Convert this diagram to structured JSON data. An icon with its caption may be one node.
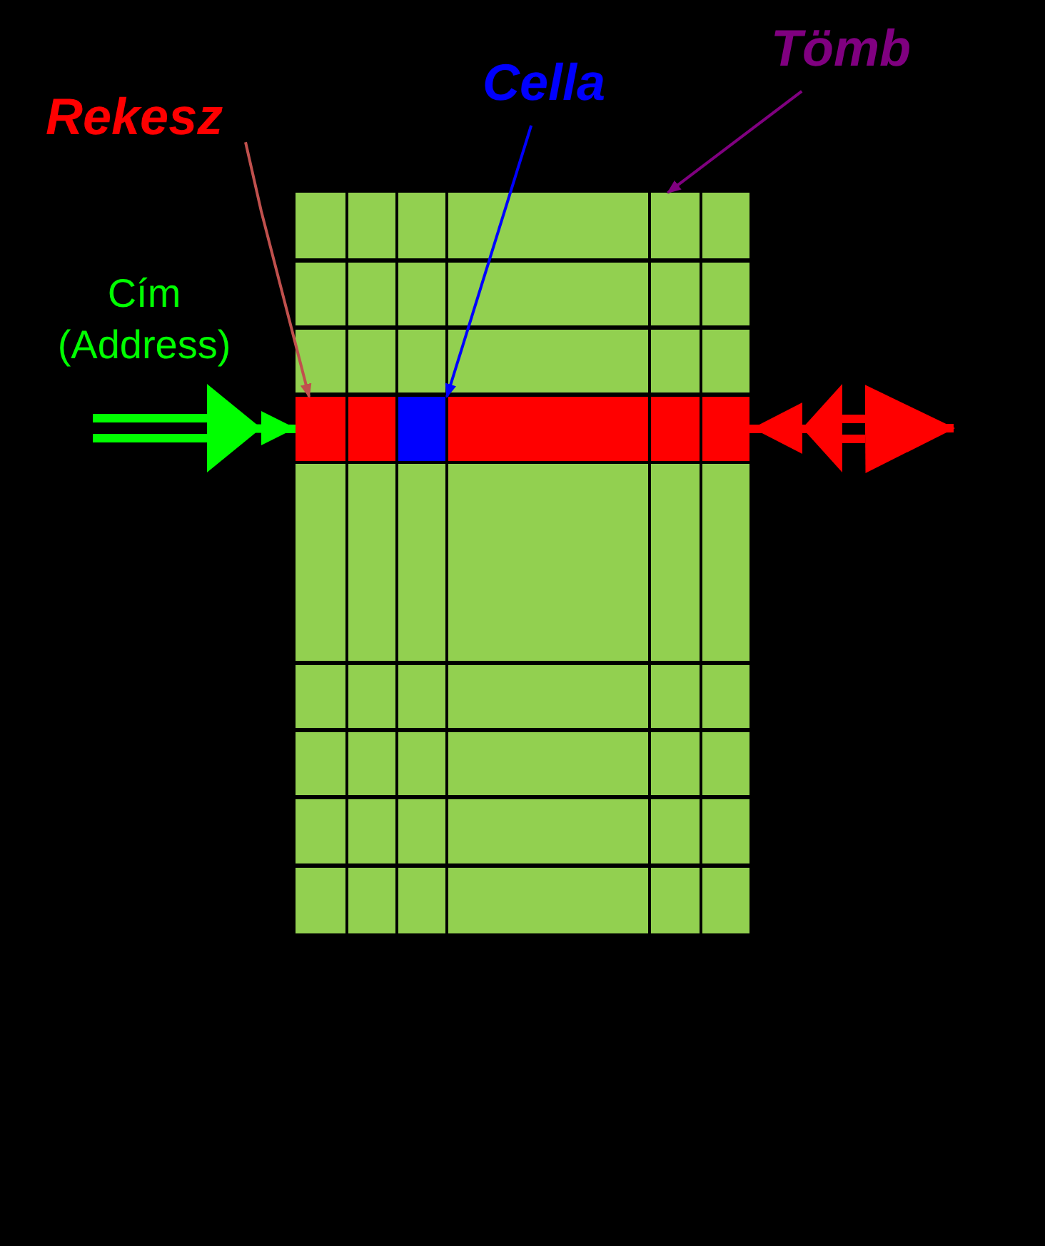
{
  "diagram": {
    "nodes": [
      {
        "text": [
          "Tömb"
        ]
      },
      {
        "text": [
          "Cella"
        ]
      },
      {
        "text": [
          "Rekesz"
        ]
      },
      {
        "text": [],
        "shape": "box"
      },
      {
        "text": [],
        "shape": "bar",
        "in": 3
      },
      {
        "text": [],
        "shape": "box",
        "in": 4
      }
    ],
    "edges": [
      {
        "from": 0,
        "to": 3,
        "arrow": "to",
        "color": "#800080"
      },
      {
        "from": 1,
        "to": 5,
        "arrow": "to",
        "color": "#0000ff"
      },
      {
        "from": 2,
        "to": 4,
        "arrow": "to",
        "color": "#c0504d"
      },
      {
        "from": null,
        "to": 4,
        "arrow": "to",
        "style": "thick",
        "color": "#00ff00"
      },
      {
        "from": 4,
        "to": null,
        "arrow": "both",
        "style": "thick",
        "color": "#ff0000"
      }
    ],
    "labels": [
      "Cím (Address)"
    ]
  }
}
